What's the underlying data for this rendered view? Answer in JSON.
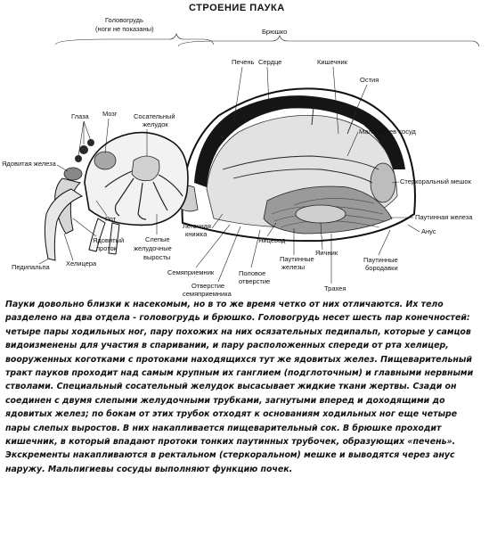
{
  "title": "СТРОЕНИЕ ПАУКА",
  "sections": {
    "cephalothorax": "Головогрудь",
    "cephalothorax_note": "(ноги не показаны)",
    "abdomen": "Брюшко"
  },
  "labels": {
    "eyes": "Глаза",
    "brain": "Мозг",
    "sucking_stomach_1": "Сосательный",
    "sucking_stomach_2": "желудок",
    "venom_gland": "Ядовитая железа",
    "liver": "Печень",
    "heart": "Сердце",
    "intestine": "Кишечник",
    "ostia": "Остия",
    "malpighian": "Мальпигиев сосуд",
    "stercoral": "Стеркоральный мешок",
    "spinning_gland": "Паутинная железа",
    "anus": "Анус",
    "spinnerets_1": "Паутинные",
    "spinnerets_2": "бородавки",
    "trachea": "Трахея",
    "ovary": "Яичник",
    "silk_glands_1": "Паутинные",
    "silk_glands_2": "железы",
    "oviduct": "Яйцевод",
    "genital_opening_1": "Половое",
    "genital_opening_2": "отверстие",
    "book_lung_1": "Легочная",
    "book_lung_2": "книжка",
    "receptacle": "Семяприемник",
    "receptacle_opening_1": "Отверстие",
    "receptacle_opening_2": "семяприемника",
    "blind_outgrowths_1": "Слепые",
    "blind_outgrowths_2": "желудочные",
    "blind_outgrowths_3": "выросты",
    "mouth": "Рот",
    "venom_duct_1": "Ядовитый",
    "venom_duct_2": "проток",
    "chelicera": "Хелицера",
    "pedipalp": "Педипальпа"
  },
  "caption": "Пауки довольно близки к насекомым, но в то же время четко от них отличаются. Их тело разделено на два отдела - головогрудь и брюшко. Головогрудь несет шесть пар конечностей: четыре пары ходильных ног, пару похожих на них осязательных педипальп, которые у самцов видоизменены для участия в спаривании, и пару расположенных спереди от рта хелицер, вооруженных коготками с протоками находящихся тут же ядовитых желез. Пищеварительный тракт пауков проходит над самым крупным их ганглием (подглоточным) и главными нервными стволами. Специальный сосательный желудок высасывает жидкие ткани жертвы. Сзади он соединен с двумя слепыми желудочными трубками, загнутыми вперед и доходящими до ядовитых желез; по бокам от этих трубок отходят к основаниям ходильных ног еще четыре пары слепых выростов. В них накапливается пищеварительный сок. В брюшке проходит кишечник, в который впадают протоки тонких паутинных трубочек, образующих «печень». Экскременты накапливаются в ректальном (стеркоральном) мешке и выводятся через анус наружу. Мальпигиевы сосуды выполняют функцию почек.",
  "colors": {
    "ink": "#111111",
    "dark_fill": "#1a1a1a",
    "mid_fill": "#8a8a8a",
    "light_fill": "#d9d9d9",
    "background": "#ffffff"
  }
}
